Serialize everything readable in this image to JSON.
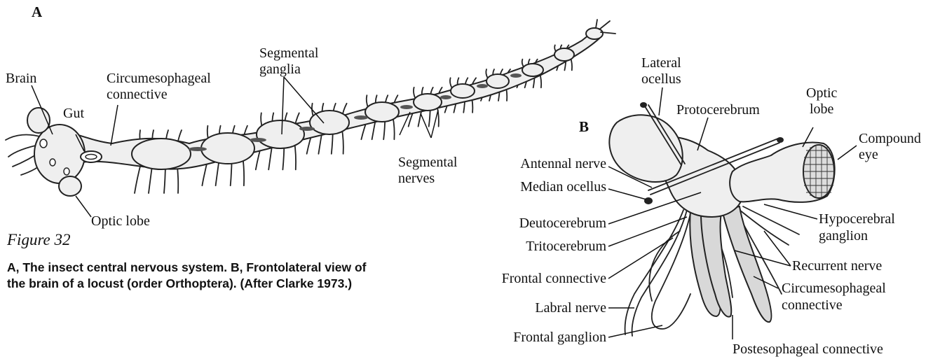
{
  "panels": {
    "a": "A",
    "b": "B"
  },
  "figure": {
    "title": "Figure 32",
    "caption_line1": "A, The insect central nervous system. B, Frontolateral view of",
    "caption_line2": "the brain of a locust (order Orthoptera). (After Clarke 1973.)"
  },
  "panel_a_labels": {
    "brain": "Brain",
    "gut": "Gut",
    "circum_line1": "Circumesophageal",
    "circum_line2": "connective",
    "seg_ganglia_line1": "Segmental",
    "seg_ganglia_line2": "ganglia",
    "seg_nerves_line1": "Segmental",
    "seg_nerves_line2": "nerves",
    "optic_lobe": "Optic lobe"
  },
  "panel_b_labels": {
    "lateral_ocellus_line1": "Lateral",
    "lateral_ocellus_line2": "ocellus",
    "protocerebrum": "Protocerebrum",
    "optic_lobe_line1": "Optic",
    "optic_lobe_line2": "lobe",
    "compound_eye_line1": "Compound",
    "compound_eye_line2": "eye",
    "antennal_nerve": "Antennal nerve",
    "median_ocellus": "Median ocellus",
    "deutocerebrum": "Deutocerebrum",
    "hypocerebral_line1": "Hypocerebral",
    "hypocerebral_line2": "ganglion",
    "tritocerebrum": "Tritocerebrum",
    "recurrent_nerve": "Recurrent nerve",
    "frontal_connective": "Frontal connective",
    "circum_line1": "Circumesophageal",
    "circum_line2": "connective",
    "labral_nerve": "Labral nerve",
    "frontal_ganglion": "Frontal ganglion",
    "postesophageal": "Postesophageal connective"
  }
}
